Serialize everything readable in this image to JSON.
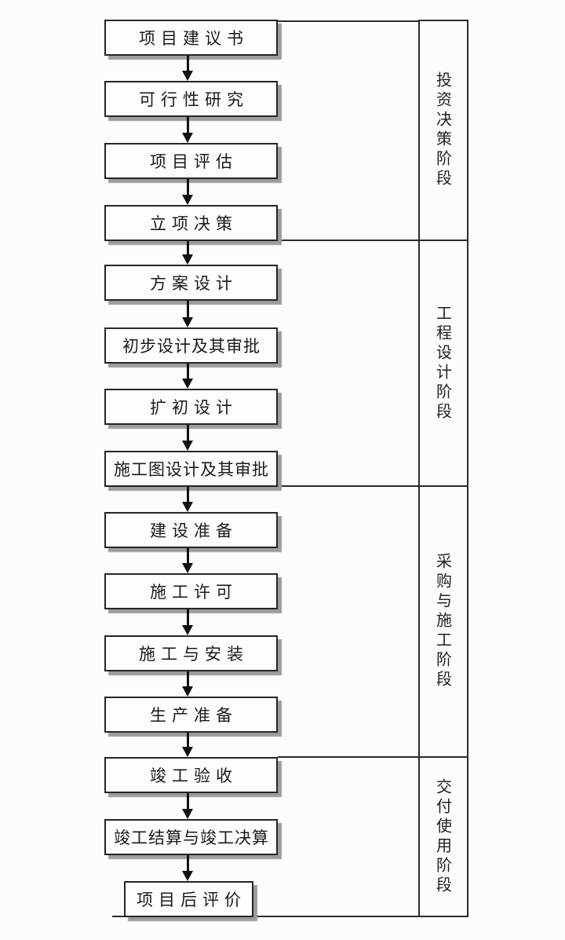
{
  "flow": {
    "steps": [
      {
        "label": "项目建议书"
      },
      {
        "label": "可行性研究"
      },
      {
        "label": "项目评估"
      },
      {
        "label": "立项决策"
      },
      {
        "label": "方案设计"
      },
      {
        "label": "初步设计及其审批"
      },
      {
        "label": "扩初设计"
      },
      {
        "label": "施工图设计及其审批"
      },
      {
        "label": "建设准备"
      },
      {
        "label": "施工许可"
      },
      {
        "label": "施工与安装"
      },
      {
        "label": "生产准备"
      },
      {
        "label": "竣工验收"
      },
      {
        "label": "竣工结算与竣工决算"
      },
      {
        "label": "项目后评价"
      }
    ],
    "phases": [
      {
        "label": "投资决策阶段"
      },
      {
        "label": "工程设计阶段"
      },
      {
        "label": "采购与施工阶段"
      },
      {
        "label": "交付使用阶段"
      }
    ],
    "colors": {
      "background": "#fcfcfc",
      "box_fill": "#fdfdfd",
      "line": "#2b2b2b",
      "shadow": "#9c9c9c",
      "text": "#1a1a1a"
    }
  }
}
